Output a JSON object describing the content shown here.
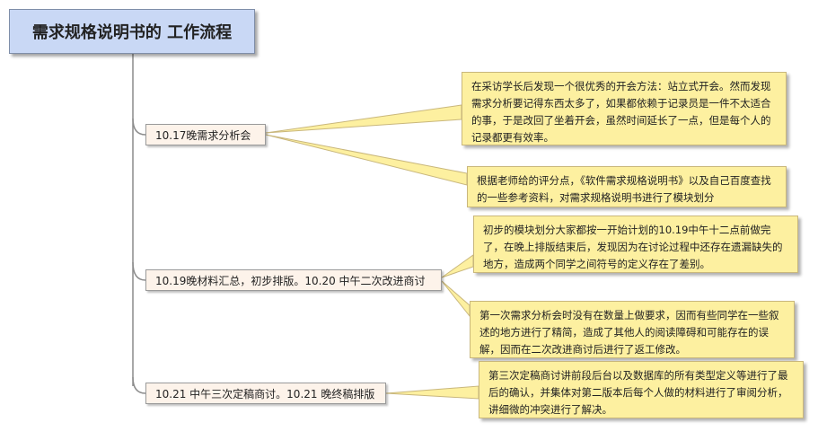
{
  "root": {
    "title": "需求规格说明书的 工作流程"
  },
  "stages": [
    {
      "label": "10.17晚需求分析会",
      "notes": [
        "在采访学长后发现一个很优秀的开会方法：站立式开会。然而发现需求分析要记得东西太多了，如果都依赖于记录员是一件不太适合的事，于是改回了坐着开会，虽然时间延长了一点，但是每个人的记录都更有效率。",
        "根据老师给的评分点，《软件需求规格说明书》以及自己百度查找的一些参考资料，对需求规格说明书进行了模块划分"
      ]
    },
    {
      "label": "10.19晚材料汇总，初步排版。10.20 中午二次改进商讨",
      "notes": [
        "初步的模块划分大家都按一开始计划的10.19中午十二点前做完了，在晚上排版结束后，发现因为在讨论过程中还存在遗漏缺失的地方，造成两个同学之间符号的定义存在了差别。",
        "第一次需求分析会时没有在数量上做要求，因而有些同学在一些叙述的地方进行了精简，造成了其他人的阅读障碍和可能存在的误解，因而在二次改进商讨后进行了返工修改。"
      ]
    },
    {
      "label": "10.21 中午三次定稿商讨。10.21 晚终稿排版",
      "notes": [
        "第三次定稿商讨讲前段后台以及数据库的所有类型定义等进行了最后的确认，并集体对第二版本后每个人做的材料进行了审阅分析，讲细微的冲突进行了解决。"
      ]
    }
  ]
}
